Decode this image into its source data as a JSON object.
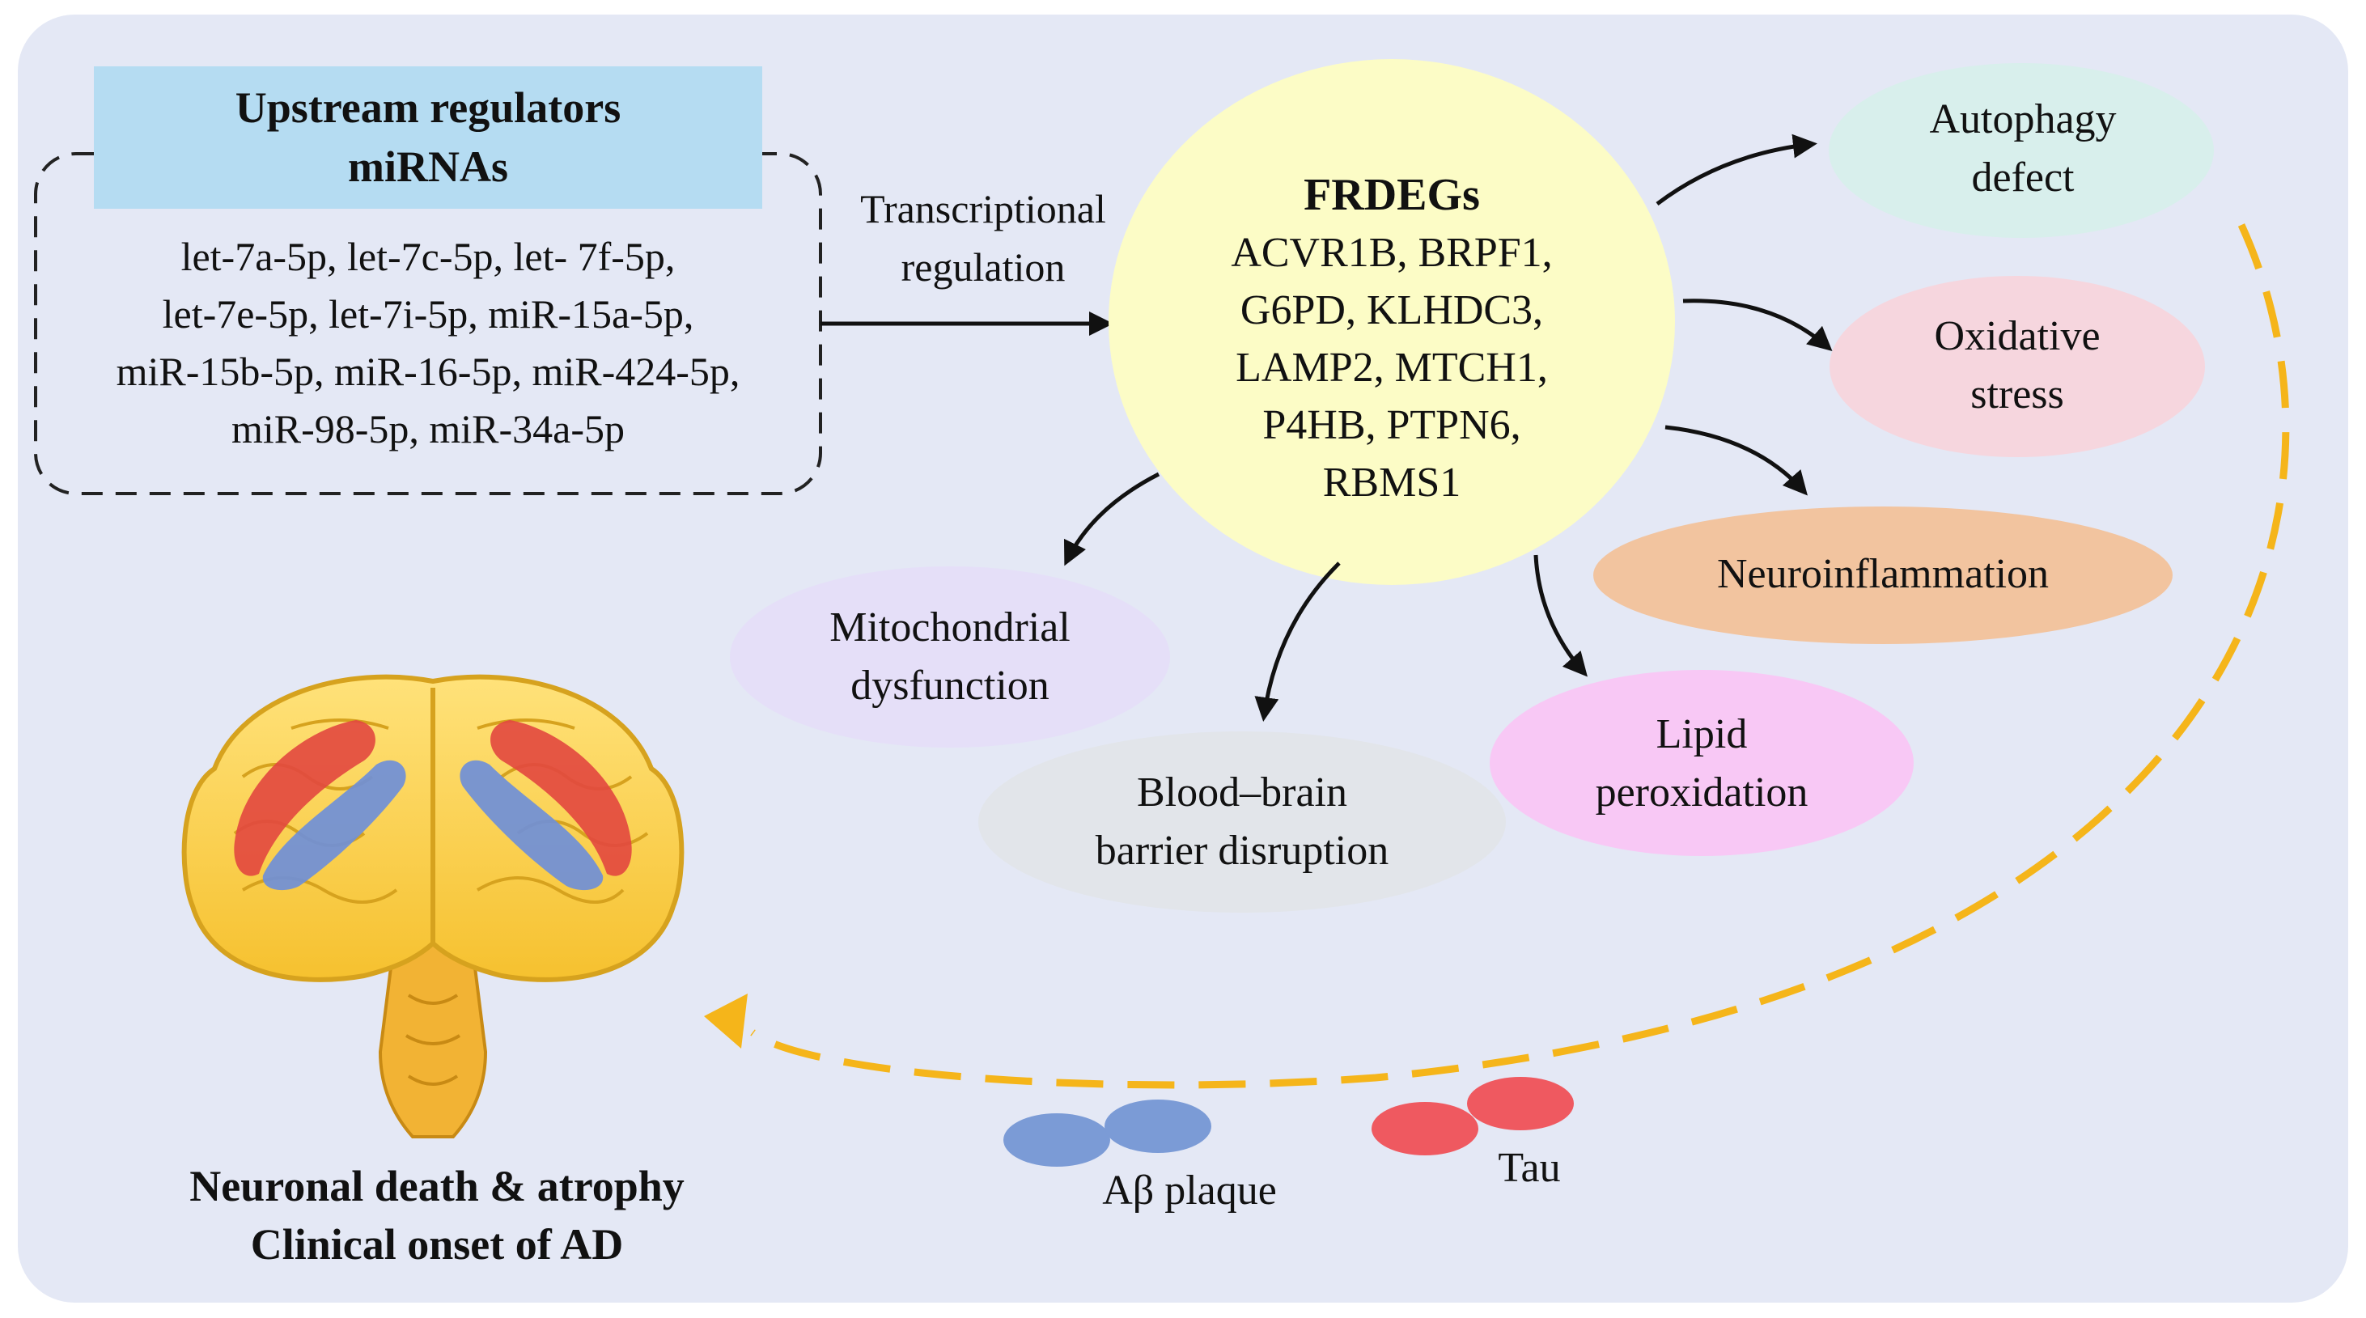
{
  "upstream": {
    "title_line1": "Upstream regulators",
    "title_line2": "miRNAs",
    "mirna_lines": [
      "let-7a-5p, let-7c-5p, let- 7f-5p,",
      "let-7e-5p, let-7i-5p, miR-15a-5p,",
      "miR-15b-5p, miR-16-5p, miR-424-5p,",
      "miR-98-5p, miR-34a-5p"
    ]
  },
  "regulation": {
    "line1": "Transcriptional",
    "line2": "regulation"
  },
  "frdegs": {
    "title": "FRDEGs",
    "gene_lines": [
      "ACVR1B, BRPF1,",
      "G6PD, KLHDC3,",
      "LAMP2, MTCH1,",
      "P4HB, PTPN6,",
      "RBMS1"
    ]
  },
  "effects": {
    "autophagy": {
      "line1": "Autophagy",
      "line2": "defect",
      "color": "#d8efec"
    },
    "oxidative": {
      "line1": "Oxidative",
      "line2": "stress",
      "color": "#f6d6de"
    },
    "neuroinflammation": {
      "line1": "Neuroinflammation",
      "color": "#f2c49f"
    },
    "lipid": {
      "line1": "Lipid",
      "line2": "peroxidation",
      "color": "#f8c8f5"
    },
    "bbb": {
      "line1": "Blood–brain",
      "line2": "barrier disruption",
      "color": "#e2e5ea"
    },
    "mito": {
      "line1": "Mitochondrial",
      "line2": "dysfunction",
      "color": "#e5dff8"
    }
  },
  "markers": {
    "abeta": {
      "label": "Aβ plaque",
      "color": "#7b9bd6"
    },
    "tau": {
      "label": "Tau",
      "color": "#ef5960"
    }
  },
  "outcome": {
    "line1": "Neuronal death & atrophy",
    "line2": "Clinical onset of AD"
  },
  "colors": {
    "background": "#e4e8f5",
    "frdegs_fill": "#fcfcc6",
    "header_fill": "#b5dcf2",
    "feedback_arrow": "#f5b51a"
  }
}
